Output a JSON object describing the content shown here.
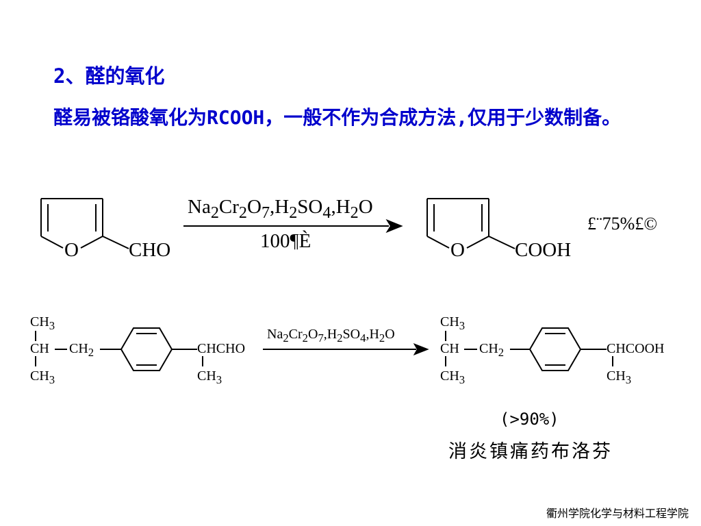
{
  "slide": {
    "title": "2、醛的氧化",
    "description": "醛易被铬酸氧化为RCOOH，一般不作为合成方法,仅用于少数制备。",
    "colors": {
      "heading": "#0000cc",
      "text": "#000000",
      "background": "#ffffff"
    },
    "footer": "衢州学院化学与材料工程学院"
  },
  "reaction1": {
    "reactant": {
      "ring_atom": "O",
      "group": "CHO"
    },
    "reagent": {
      "na": "Na",
      "s2a": "2",
      "cr": "Cr",
      "s2b": "2",
      "o": "O",
      "s7": "7",
      "h1": ",H",
      "s2c": "2",
      "so": "SO",
      "s4": "4",
      "h2": ",H",
      "s2d": "2",
      "o2": "O"
    },
    "condition": "100¶È",
    "product": {
      "ring_atom": "O",
      "group": "COOH"
    },
    "yield": "£¨75%£©"
  },
  "reaction2": {
    "reactant": {
      "methyl_top": {
        "main": "CH",
        "sub": "3"
      },
      "methine": "CH",
      "methylene": {
        "main": "CH",
        "sub": "2"
      },
      "methyl_bottom": {
        "main": "CH",
        "sub": "3"
      },
      "side_group": "CHCHO",
      "side_methyl": {
        "main": "CH",
        "sub": "3"
      }
    },
    "reagent": {
      "na": "Na",
      "s2a": "2",
      "cr": "Cr",
      "s2b": "2",
      "o": "O",
      "s7": "7",
      "h1": ",H",
      "s2c": "2",
      "so": "SO",
      "s4": "4",
      "h2": ",H",
      "s2d": "2",
      "o2": "O"
    },
    "product": {
      "methyl_top": {
        "main": "CH",
        "sub": "3"
      },
      "methine": "CH",
      "methylene": {
        "main": "CH",
        "sub": "2"
      },
      "methyl_bottom": {
        "main": "CH",
        "sub": "3"
      },
      "side_group": "CHCOOH",
      "side_methyl": {
        "main": "CH",
        "sub": "3"
      }
    },
    "yield": "(>90%)",
    "product_name": "消炎镇痛药布洛芬"
  }
}
